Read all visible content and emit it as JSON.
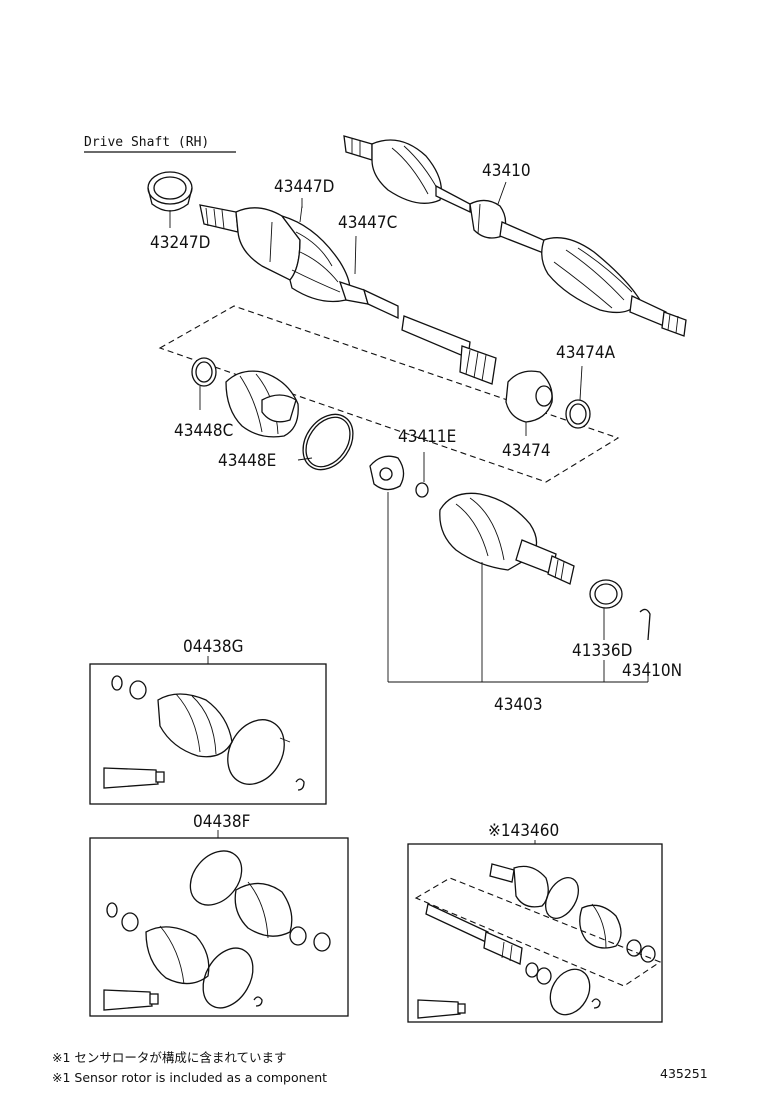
{
  "header": {
    "title": "Drive Shaft (RH)"
  },
  "labels": {
    "p43247D": "43247D",
    "p43447D": "43447D",
    "p43447C": "43447C",
    "p43410": "43410",
    "p43474A": "43474A",
    "p43474": "43474",
    "p43448C": "43448C",
    "p43448E": "43448E",
    "p43411E": "43411E",
    "p41336D": "41336D",
    "p43410N": "43410N",
    "p43403": "43403",
    "p04438G": "04438G",
    "p04438F": "04438F",
    "p43460": "※143460"
  },
  "notes": {
    "jp": "※1 センサロータが構成に含まれています",
    "en": "※1 Sensor rotor is included as a component"
  },
  "diagram_id": "435251"
}
